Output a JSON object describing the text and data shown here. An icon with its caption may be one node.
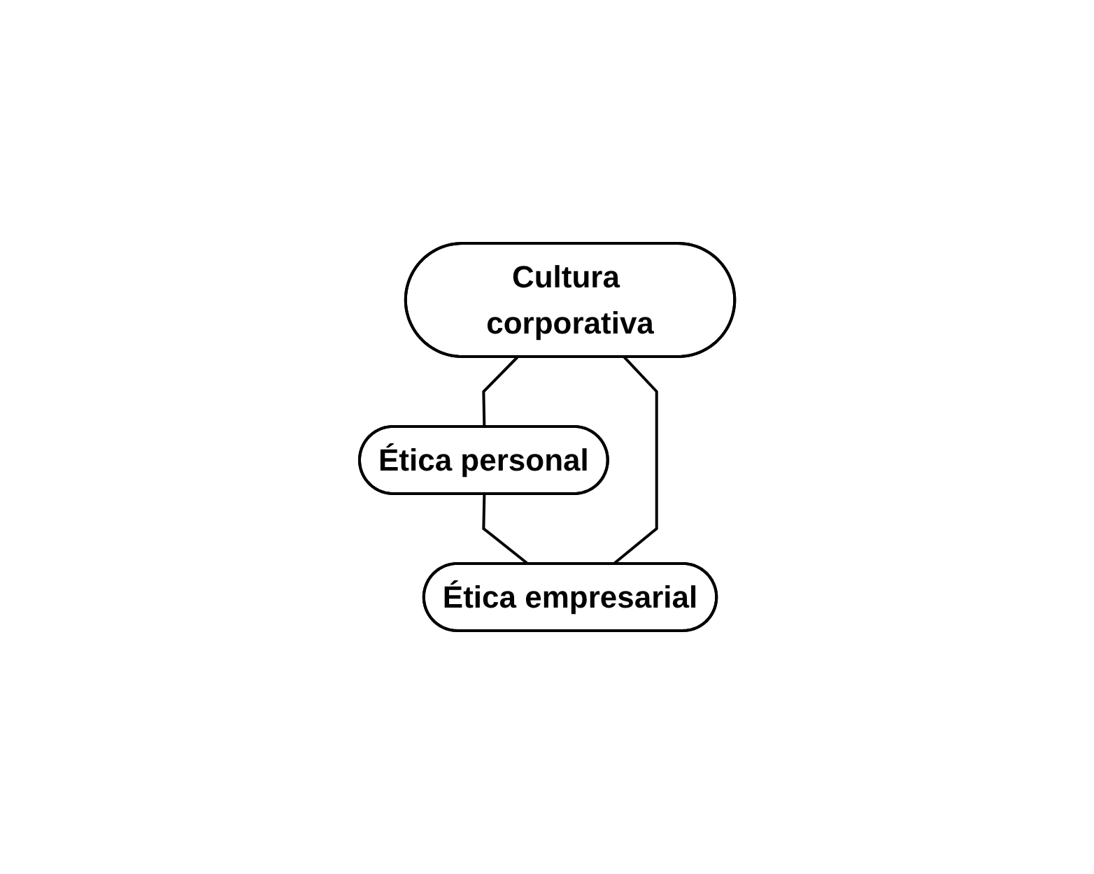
{
  "diagram": {
    "nodes": [
      {
        "text": [
          "Cultura corporativa"
        ]
      },
      {
        "text": [
          "Ética personal"
        ]
      },
      {
        "text": [
          "Ética empresarial"
        ]
      }
    ],
    "edges": [
      {
        "from": 0,
        "to": 1,
        "arrow": "none"
      },
      {
        "from": 1,
        "to": 2,
        "arrow": "none"
      },
      {
        "from": 2,
        "to": 0,
        "arrow": "none"
      }
    ]
  }
}
